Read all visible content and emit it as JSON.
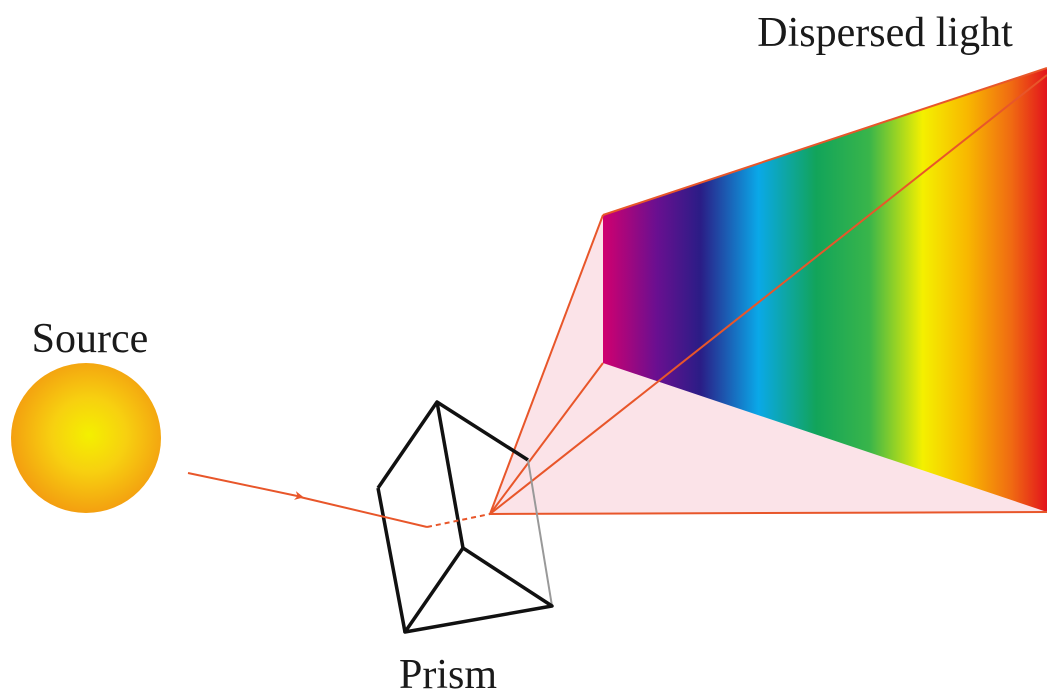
{
  "labels": {
    "source": "Source",
    "prism": "Prism",
    "dispersed": "Dispersed light"
  },
  "colors": {
    "beam": "#e8562a",
    "cone_fill": "#fbe3e8",
    "prism_edge": "#111111",
    "source_center": "#f4f000",
    "source_edge": "#f39a10",
    "spectrum": [
      "#d1006f",
      "#6a0f90",
      "#2a1d86",
      "#0aa8e8",
      "#12a45a",
      "#39b54a",
      "#f4f000",
      "#f8b800",
      "#f06a12",
      "#e2141c"
    ]
  }
}
